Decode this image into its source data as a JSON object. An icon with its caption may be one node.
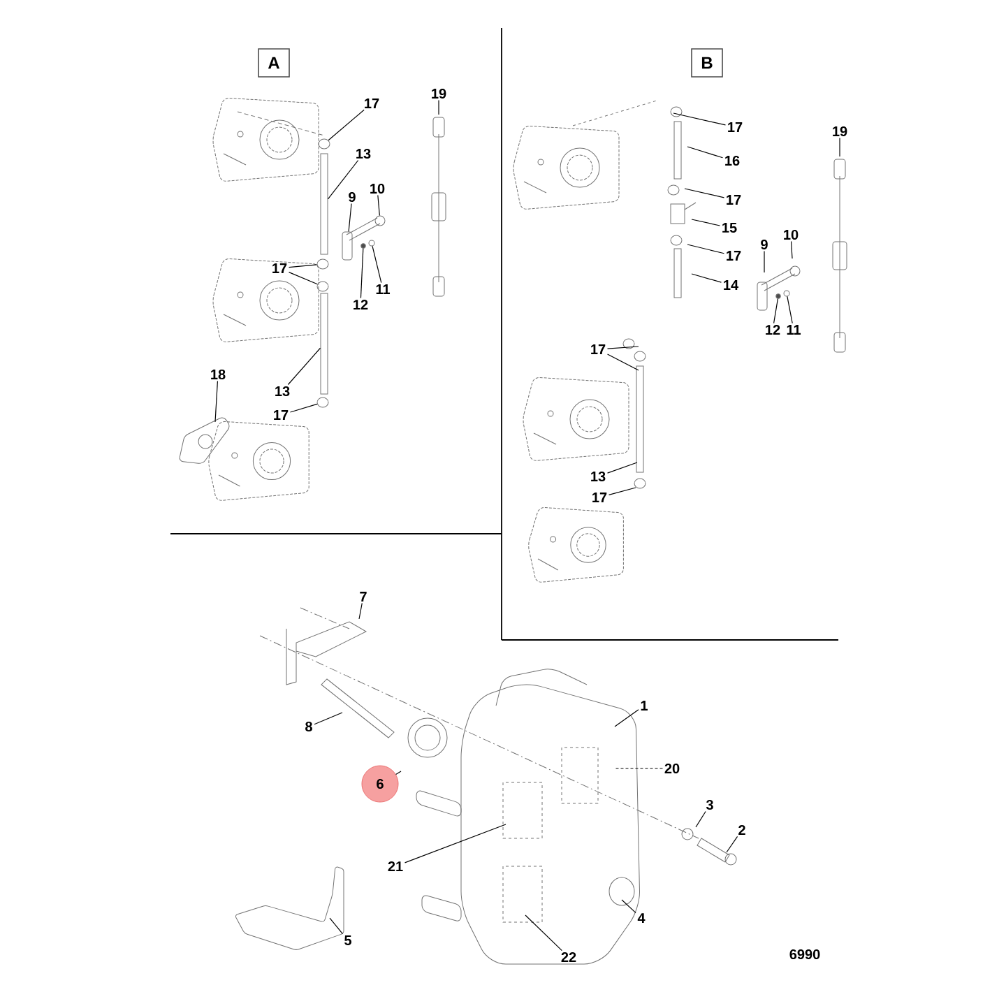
{
  "diagram": {
    "nodes": [
      {
        "text": [
          "A"
        ]
      },
      {
        "text": [
          "17"
        ]
      },
      {
        "text": [
          "13"
        ]
      },
      {
        "text": [
          "9"
        ]
      },
      {
        "text": [
          "10"
        ]
      },
      {
        "text": [
          "19"
        ]
      },
      {
        "text": [
          "17"
        ]
      },
      {
        "text": [
          "12"
        ]
      },
      {
        "text": [
          "11"
        ]
      },
      {
        "text": [
          "18"
        ]
      },
      {
        "text": [
          "13"
        ]
      },
      {
        "text": [
          "17"
        ]
      },
      {
        "text": [
          "B"
        ]
      },
      {
        "text": [
          "17"
        ]
      },
      {
        "text": [
          "16"
        ]
      },
      {
        "text": [
          "17"
        ]
      },
      {
        "text": [
          "15"
        ]
      },
      {
        "text": [
          "17"
        ]
      },
      {
        "text": [
          "14"
        ]
      },
      {
        "text": [
          "9"
        ]
      },
      {
        "text": [
          "10"
        ]
      },
      {
        "text": [
          "19"
        ]
      },
      {
        "text": [
          "12"
        ]
      },
      {
        "text": [
          "11"
        ]
      },
      {
        "text": [
          "17"
        ]
      },
      {
        "text": [
          "13"
        ]
      },
      {
        "text": [
          "17"
        ]
      },
      {
        "text": [
          "7"
        ]
      },
      {
        "text": [
          "8"
        ]
      },
      {
        "text": [
          "6"
        ]
      },
      {
        "text": [
          "1"
        ]
      },
      {
        "text": [
          "20"
        ]
      },
      {
        "text": [
          "3"
        ]
      },
      {
        "text": [
          "2"
        ]
      },
      {
        "text": [
          "21"
        ]
      },
      {
        "text": [
          "4"
        ]
      },
      {
        "text": [
          "5"
        ]
      },
      {
        "text": [
          "22"
        ]
      },
      {
        "text": [],
        "shape": "circle"
      },
      {
        "text": [],
        "shape": "bar"
      },
      {
        "text": [],
        "shape": "circle"
      },
      {
        "text": [],
        "shape": "circle"
      },
      {
        "text": [],
        "shape": "circle"
      },
      {
        "text": [],
        "shape": "circle"
      },
      {
        "text": [],
        "shape": "circle"
      },
      {
        "text": [],
        "shape": "circle"
      },
      {
        "text": [],
        "shape": "circle"
      },
      {
        "text": [],
        "shape": "bar"
      },
      {
        "text": [],
        "shape": "circle"
      },
      {
        "text": [],
        "shape": "box"
      }
    ],
    "edges": [
      {
        "from": 1,
        "to": 38,
        "arrow": "none"
      },
      {
        "from": 2,
        "to": 39,
        "arrow": "none"
      },
      {
        "from": 3,
        "to": 49,
        "arrow": "none"
      },
      {
        "from": 4,
        "to": 40,
        "arrow": "none"
      },
      {
        "from": 5,
        "to": null,
        "arrow": "none"
      },
      {
        "from": 6,
        "to": 44,
        "arrow": "none"
      },
      {
        "from": 6,
        "to": 41,
        "arrow": "none"
      },
      {
        "from": 7,
        "to": 46,
        "arrow": "none"
      },
      {
        "from": 8,
        "to": 45,
        "arrow": "none"
      },
      {
        "from": 9,
        "to": null,
        "arrow": "none"
      },
      {
        "from": 10,
        "to": 47,
        "arrow": "none"
      },
      {
        "from": 11,
        "to": 42,
        "arrow": "none"
      },
      {
        "from": 13,
        "to": null,
        "arrow": "none"
      },
      {
        "from": 14,
        "to": null,
        "arrow": "none"
      },
      {
        "from": 15,
        "to": null,
        "arrow": "none"
      },
      {
        "from": 16,
        "to": null,
        "arrow": "none"
      },
      {
        "from": 17,
        "to": null,
        "arrow": "none"
      },
      {
        "from": 18,
        "to": null,
        "arrow": "none"
      },
      {
        "from": 19,
        "to": null,
        "arrow": "none"
      },
      {
        "from": 20,
        "to": null,
        "arrow": "none"
      },
      {
        "from": 21,
        "to": null,
        "arrow": "none"
      },
      {
        "from": 22,
        "to": 48,
        "arrow": "none"
      },
      {
        "from": 23,
        "to": 43,
        "arrow": "none"
      },
      {
        "from": 24,
        "to": null,
        "arrow": "none"
      },
      {
        "from": 24,
        "to": null,
        "arrow": "none"
      },
      {
        "from": 25,
        "to": null,
        "arrow": "none"
      },
      {
        "from": 26,
        "to": null,
        "arrow": "none"
      },
      {
        "from": 27,
        "to": null,
        "arrow": "none"
      },
      {
        "from": 28,
        "to": null,
        "arrow": "none"
      },
      {
        "from": 29,
        "to": null,
        "arrow": "none"
      },
      {
        "from": 30,
        "to": null,
        "arrow": "none"
      },
      {
        "from": 31,
        "to": null,
        "arrow": "none",
        "style": "dashed"
      },
      {
        "from": 32,
        "to": null,
        "arrow": "none"
      },
      {
        "from": 33,
        "to": null,
        "arrow": "none"
      },
      {
        "from": 34,
        "to": null,
        "arrow": "none"
      },
      {
        "from": 35,
        "to": null,
        "arrow": "none"
      },
      {
        "from": 36,
        "to": null,
        "arrow": "none"
      },
      {
        "from": 37,
        "to": null,
        "arrow": "none"
      }
    ],
    "labels": [
      "6990"
    ]
  }
}
